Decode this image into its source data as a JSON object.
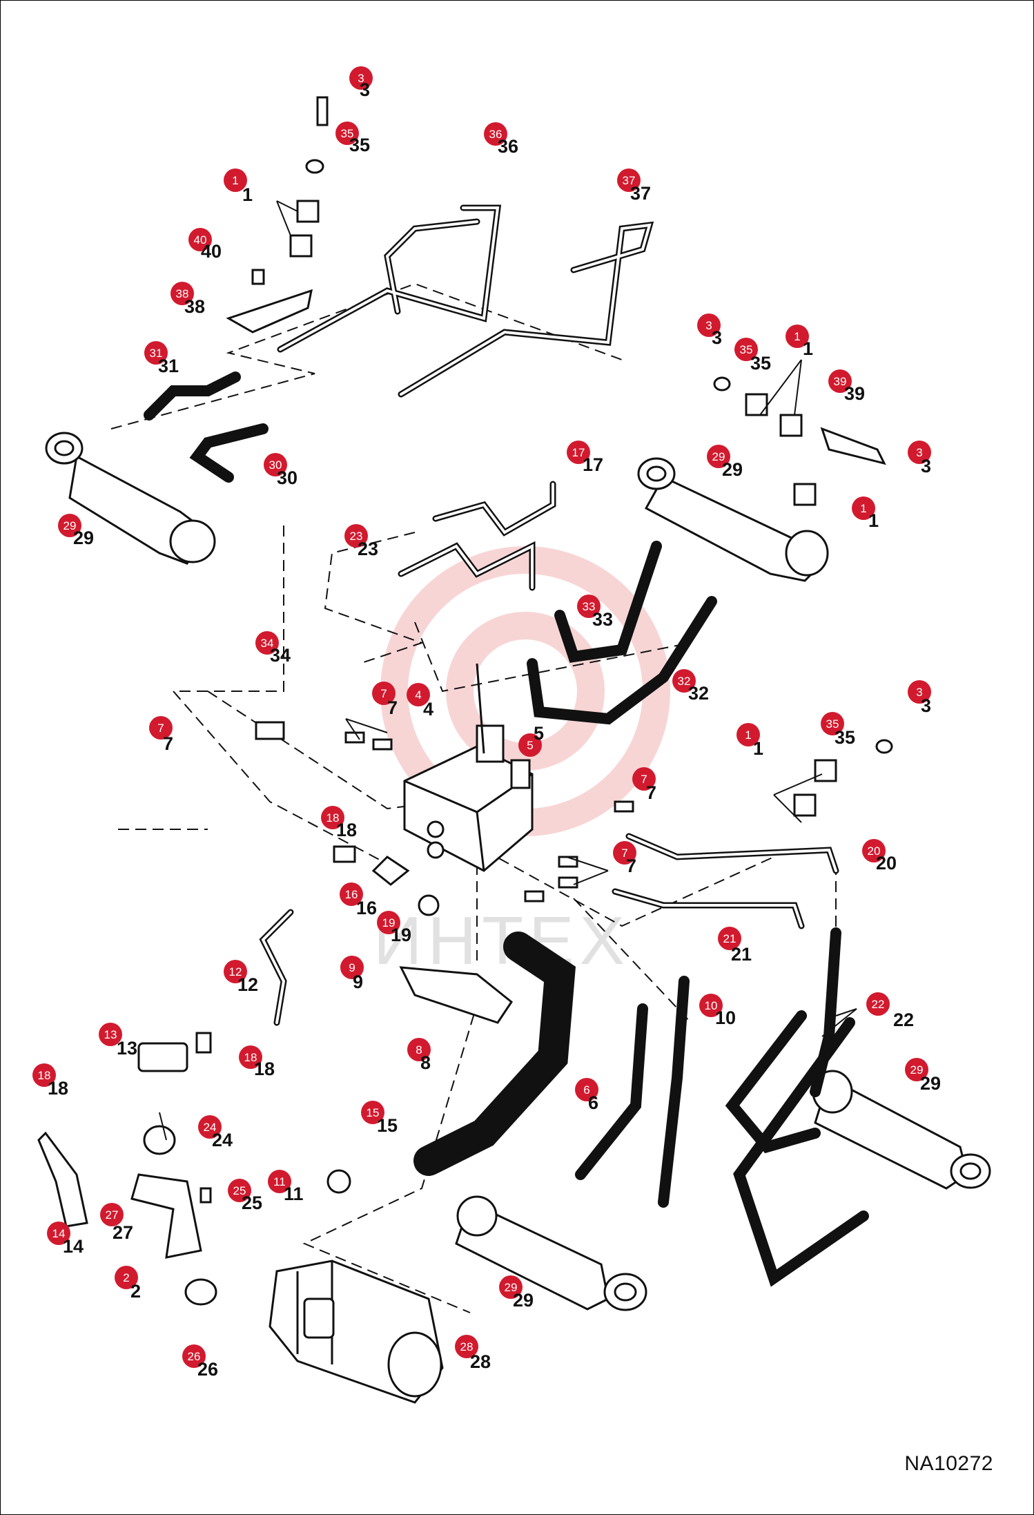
{
  "figure": {
    "code": "NA10272",
    "watermark": "ИНТЕХ"
  },
  "callouts": [
    {
      "id": "c1",
      "number": "3"
    },
    {
      "id": "c2",
      "number": "35"
    },
    {
      "id": "c3",
      "number": "1"
    },
    {
      "id": "c4",
      "number": "40"
    },
    {
      "id": "c5",
      "number": "38"
    },
    {
      "id": "c6",
      "number": "36"
    },
    {
      "id": "c7",
      "number": "37"
    },
    {
      "id": "c8",
      "number": "31"
    },
    {
      "id": "c9",
      "number": "30"
    },
    {
      "id": "c10",
      "number": "29"
    },
    {
      "id": "c11",
      "number": "3"
    },
    {
      "id": "c12",
      "number": "35"
    },
    {
      "id": "c13",
      "number": "1"
    },
    {
      "id": "c14",
      "number": "39"
    },
    {
      "id": "c15",
      "number": "3"
    },
    {
      "id": "c16",
      "number": "1"
    },
    {
      "id": "c17",
      "number": "29"
    },
    {
      "id": "c18",
      "number": "17"
    },
    {
      "id": "c19",
      "number": "23"
    },
    {
      "id": "c20",
      "number": "33"
    },
    {
      "id": "c21",
      "number": "34"
    },
    {
      "id": "c22",
      "number": "32"
    },
    {
      "id": "c23",
      "number": "7"
    },
    {
      "id": "c24",
      "number": "4"
    },
    {
      "id": "c25",
      "number": "7"
    },
    {
      "id": "c26",
      "number": "5"
    },
    {
      "id": "c27",
      "number": "1"
    },
    {
      "id": "c28",
      "number": "35"
    },
    {
      "id": "c29",
      "number": "3"
    },
    {
      "id": "c30",
      "number": "7"
    },
    {
      "id": "c31",
      "number": "18"
    },
    {
      "id": "c32",
      "number": "7"
    },
    {
      "id": "c33",
      "number": "20"
    },
    {
      "id": "c34",
      "number": "16"
    },
    {
      "id": "c35",
      "number": "19"
    },
    {
      "id": "c36",
      "number": "21"
    },
    {
      "id": "c37",
      "number": "12"
    },
    {
      "id": "c38",
      "number": "9"
    },
    {
      "id": "c39",
      "number": "10"
    },
    {
      "id": "c40",
      "number": "22"
    },
    {
      "id": "c41",
      "number": "13"
    },
    {
      "id": "c42",
      "number": "18"
    },
    {
      "id": "c43",
      "number": "8"
    },
    {
      "id": "c44",
      "number": "18"
    },
    {
      "id": "c45",
      "number": "6"
    },
    {
      "id": "c46",
      "number": "29"
    },
    {
      "id": "c47",
      "number": "24"
    },
    {
      "id": "c48",
      "number": "15"
    },
    {
      "id": "c49",
      "number": "25"
    },
    {
      "id": "c50",
      "number": "11"
    },
    {
      "id": "c51",
      "number": "14"
    },
    {
      "id": "c52",
      "number": "27"
    },
    {
      "id": "c53",
      "number": "2"
    },
    {
      "id": "c54",
      "number": "29"
    },
    {
      "id": "c55",
      "number": "26"
    },
    {
      "id": "c56",
      "number": "28"
    }
  ]
}
